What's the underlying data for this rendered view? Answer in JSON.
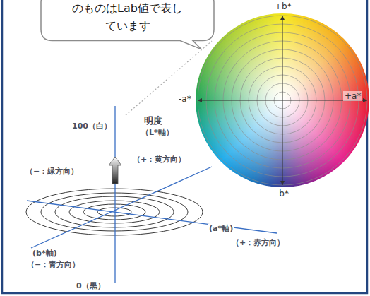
{
  "diagram": {
    "nodes": [
      {
        "text": [
          "のものはLab値で表し ています"
        ]
      }
    ],
    "labels": [
      "+b*",
      "-a*",
      "+a*",
      "-b*",
      "100（白）",
      "明度",
      "（L*軸）",
      "（+：黄方向）",
      "（−：緑方向）",
      "(a*軸)",
      "（+：赤方向）",
      "(b*軸)",
      "（−：青方向）",
      "0（黒）"
    ]
  }
}
